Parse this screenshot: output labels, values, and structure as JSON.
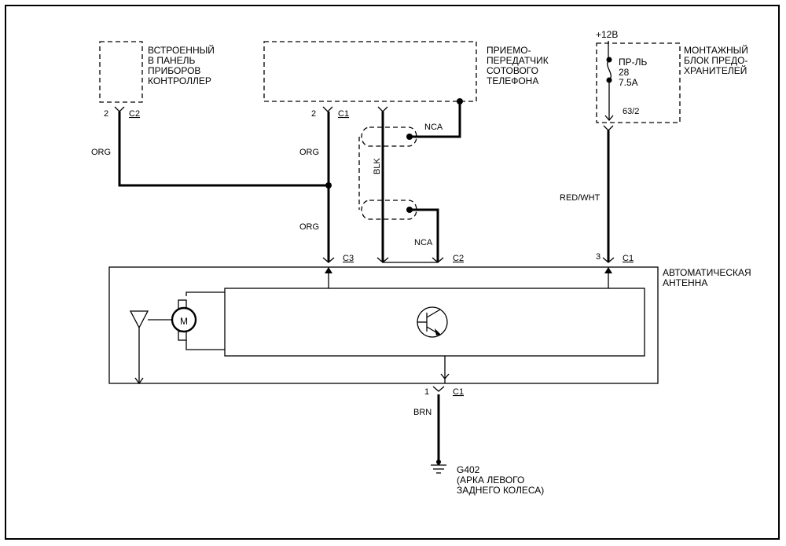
{
  "components": {
    "cluster_controller": {
      "lines": [
        "ВСТРОЕННЫЙ",
        "В ПАНЕЛЬ",
        "ПРИБОРОВ",
        "КОНТРОЛЛЕР"
      ],
      "pin": "2",
      "connector": "C2"
    },
    "cell_transceiver": {
      "lines": [
        "ПРИЕМО-",
        "ПЕРЕДАТЧИК",
        "СОТОВОГО",
        "ТЕЛЕФОНА"
      ],
      "pin": "2",
      "connector": "C1"
    },
    "fuse_block": {
      "lines": [
        "МОНТАЖНЫЙ",
        "БЛОК ПРЕДО-",
        "ХРАНИТЕЛЕЙ"
      ],
      "supply": "+12В",
      "fuse_lines": [
        "ПР-ЛЬ",
        "28",
        "7.5A"
      ],
      "terminal": "63/2"
    },
    "power_antenna": {
      "lines": [
        "АВТОМАТИЧЕСКАЯ",
        "АНТЕННА"
      ],
      "motor_label": "M"
    },
    "ground": {
      "lines": [
        "G402",
        "(АРКА ЛЕВОГО",
        "ЗАДНЕГО КОЛЕСА)"
      ]
    }
  },
  "wires": {
    "org_1": "ORG",
    "org_2": "ORG",
    "org_3": "ORG",
    "nca_1": "NCA",
    "nca_2": "NCA",
    "blk": "BLK",
    "red_wht": "RED/WHT",
    "brn": "BRN"
  },
  "connectors": {
    "antenna_c3": "C3",
    "antenna_c2": "C2",
    "antenna_c1_pin": "3",
    "antenna_c1": "C1",
    "bottom_c1_pin": "1",
    "bottom_c1": "C1"
  }
}
